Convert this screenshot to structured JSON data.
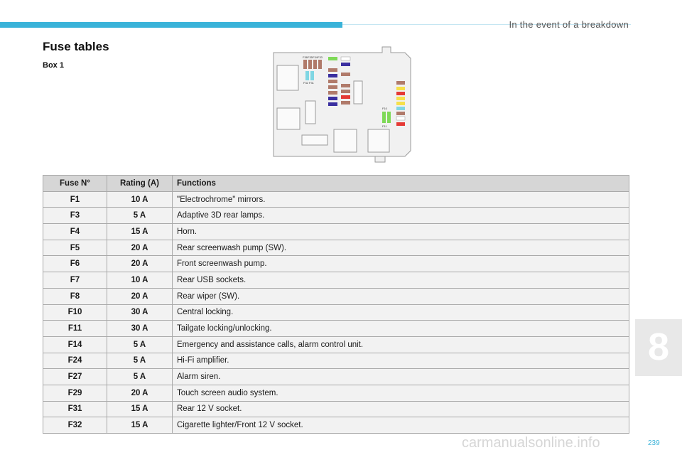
{
  "header": {
    "chapter_title": "In the event of a breakdown"
  },
  "page": {
    "title": "Fuse tables",
    "box_label": "Box 1",
    "chapter_number": "8",
    "page_number": "239",
    "watermark": "carmanualsonline.info"
  },
  "diagram": {
    "fuse_labels": [
      "F36",
      "F35",
      "F34",
      "F33",
      "F32",
      "F31",
      "F10",
      "F11"
    ],
    "colors": {
      "frame": "#9a9a9a",
      "fill": "#f1f1f1",
      "fuse_brown": "#b07a6a",
      "fuse_blue": "#7fd6e3",
      "fuse_green": "#7ed957",
      "fuse_red": "#e53935",
      "fuse_navy": "#3a2fa0",
      "fuse_yellow": "#f6e04b"
    }
  },
  "table": {
    "headers": [
      "Fuse N°",
      "Rating (A)",
      "Functions"
    ],
    "rows": [
      [
        "F1",
        "10 A",
        "\"Electrochrome\" mirrors."
      ],
      [
        "F3",
        "5 A",
        "Adaptive 3D rear lamps."
      ],
      [
        "F4",
        "15 A",
        "Horn."
      ],
      [
        "F5",
        "20 A",
        "Rear screenwash pump (SW)."
      ],
      [
        "F6",
        "20 A",
        "Front screenwash pump."
      ],
      [
        "F7",
        "10 A",
        "Rear USB sockets."
      ],
      [
        "F8",
        "20 A",
        "Rear wiper (SW)."
      ],
      [
        "F10",
        "30 A",
        "Central locking."
      ],
      [
        "F11",
        "30 A",
        "Tailgate locking/unlocking."
      ],
      [
        "F14",
        "5 A",
        "Emergency and assistance calls, alarm control unit."
      ],
      [
        "F24",
        "5 A",
        "Hi-Fi amplifier."
      ],
      [
        "F27",
        "5 A",
        "Alarm siren."
      ],
      [
        "F29",
        "20 A",
        "Touch screen audio system."
      ],
      [
        "F31",
        "15 A",
        "Rear 12 V socket."
      ],
      [
        "F32",
        "15 A",
        "Cigarette lighter/Front 12 V socket."
      ]
    ]
  }
}
